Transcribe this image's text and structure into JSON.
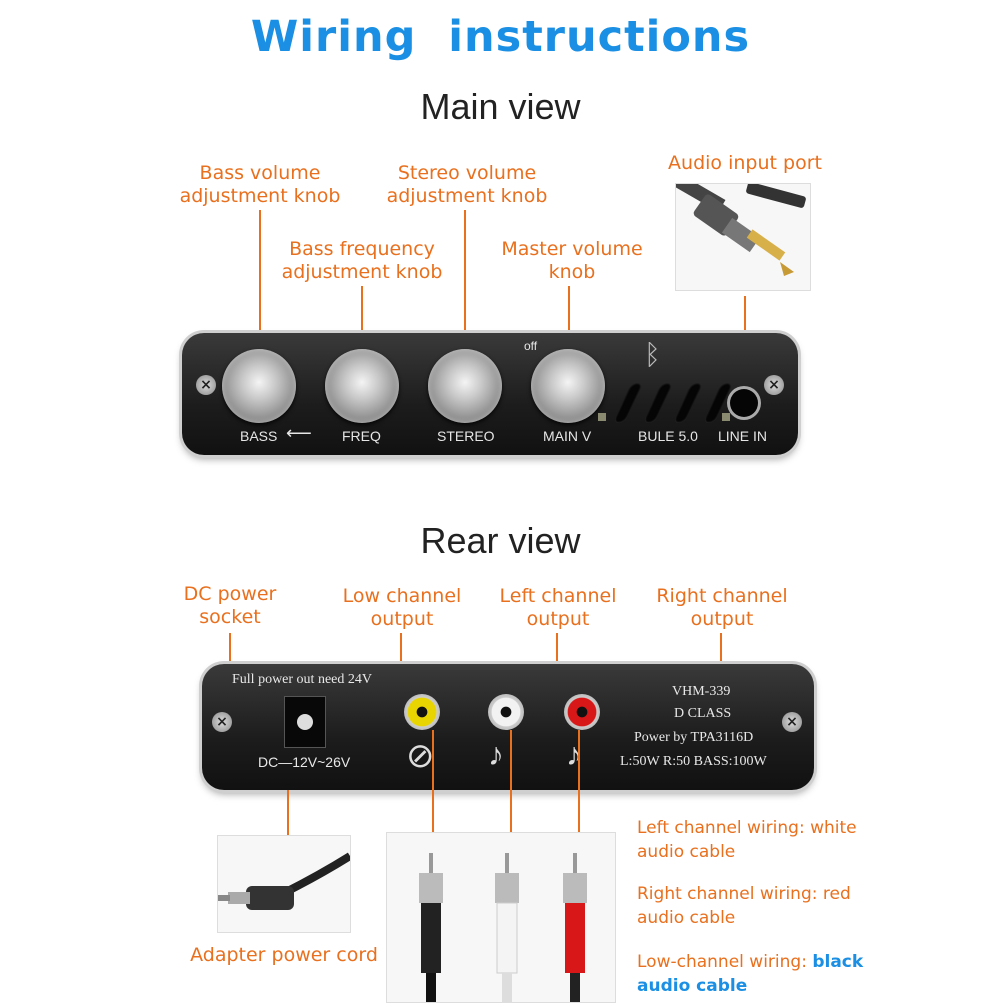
{
  "title": "Wiring  instructions",
  "main_view": {
    "heading": "Main view",
    "labels": {
      "bass_volume": "Bass volume\nadjustment knob",
      "bass_freq": "Bass frequency\nadjustment knob",
      "stereo_volume": "Stereo volume\nadjustment knob",
      "master_volume": "Master volume\nknob",
      "audio_input": "Audio input port"
    },
    "panel": {
      "bass": "BASS",
      "freq": "FREQ",
      "stereo": "STEREO",
      "main_v": "MAIN V",
      "off": "off",
      "bluetooth": "BULE 5.0",
      "line_in": "LINE IN"
    }
  },
  "rear_view": {
    "heading": "Rear view",
    "labels": {
      "dc_power": "DC power\nsocket",
      "low_channel": "Low channel\noutput",
      "left_channel": "Left channel\noutput",
      "right_channel": "Right channel\noutput",
      "adapter": "Adapter power cord"
    },
    "panel": {
      "full_power": "Full power out need 24V",
      "dc_range": "DC—12V~26V",
      "model": "VHM-339",
      "class": "D CLASS",
      "power_by": "Power by TPA3116D",
      "watts": "L:50W R:50 BASS:100W"
    },
    "notes": {
      "left_wiring": "Left channel wiring: white\naudio cable",
      "right_wiring": "Right channel wiring: red\naudio cable",
      "low_prefix": "Low-channel wiring: ",
      "low_highlight_1": "black",
      "low_highlight_2": "audio cable"
    }
  },
  "colors": {
    "accent_orange": "#e8701e",
    "title_blue": "#1a8fe3"
  }
}
